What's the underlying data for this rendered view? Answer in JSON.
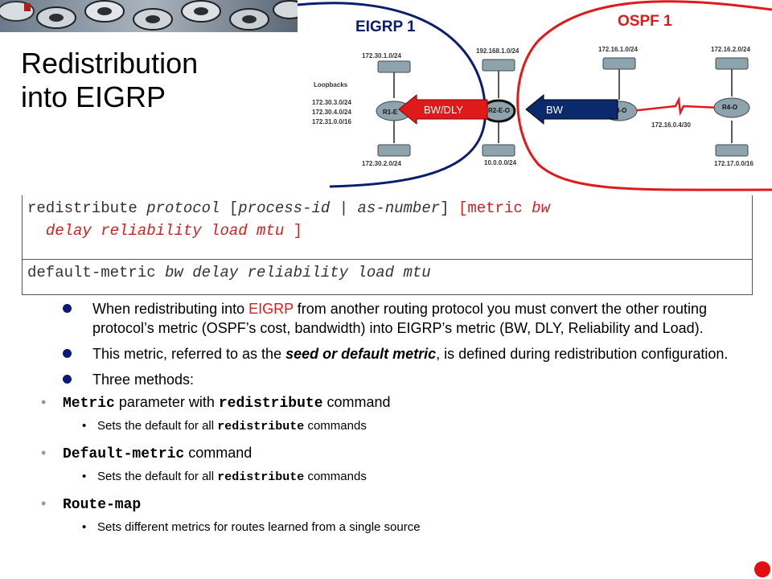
{
  "slide": {
    "title_line1": "Redistribution",
    "title_line2": "into EIGRP"
  },
  "diagram": {
    "eigrp_label": "EIGRP 1",
    "ospf_label": "OSPF 1",
    "arrow_left_label": "BW/DLY",
    "arrow_right_label": "BW",
    "loopbacks_title": "Loopbacks",
    "loopbacks": [
      "172.30.3.0/24",
      "172.30.4.0/24",
      "172.31.0.0/16"
    ],
    "net_r1_top": "172.30.1.0/24",
    "net_r1_bottom": "172.30.2.0/24",
    "net_r2_top": "192.168.1.0/24",
    "net_r2_bottom": "10.0.0.0/24",
    "net_r3_top": "172.16.1.0/24",
    "net_r4_top": "172.16.2.0/24",
    "net_r4_bottom": "172.17.0.0/16",
    "link_r3_r4": "172.16.0.4/30",
    "router_r1": "R1-E",
    "router_r2": "R2-E-O",
    "router_r3": "3-O",
    "router_r4": "R4-O"
  },
  "commands": {
    "redistribute": {
      "kw": "redistribute ",
      "protocol": "protocol",
      "open": " [",
      "process_id": "process-id",
      "sep": " | ",
      "as_number": "as-number",
      "close": "]",
      "metric_open": " [metric ",
      "bw": "bw",
      "line2_indent": "  ",
      "line2": "delay reliability load mtu",
      "metric_close": " ]"
    },
    "default_metric": {
      "kw": "default-metric ",
      "args": "bw delay reliability load mtu"
    }
  },
  "bullets": {
    "b1_pre": "When redistributing into ",
    "b1_red": "EIGRP",
    "b1_post": " from another routing protocol you must convert the other routing protocol’s metric (OSPF’s cost, bandwidth) into EIGRP’s metric (BW, DLY, Reliability and Load).",
    "b2_pre": "This metric, referred to as the ",
    "b2_em": "seed or default metric",
    "b2_post": ", is defined during redistribution configuration.",
    "b3": "Three methods:",
    "m1_code": "Metric",
    "m1_text": " parameter with ",
    "m1_code2": "redistribute",
    "m1_text2": " command",
    "m1_sub_pre": "Sets the default for all ",
    "m1_sub_code": "redistribute",
    "m1_sub_post": " commands",
    "m2_code": "Default-metric",
    "m2_text": " command",
    "m2_sub_pre": "Sets the default for all ",
    "m2_sub_code": "redistribute",
    "m2_sub_post": " commands",
    "m3_code": "Route-map",
    "m3_sub": "Sets different metrics for routes learned from a single source"
  }
}
